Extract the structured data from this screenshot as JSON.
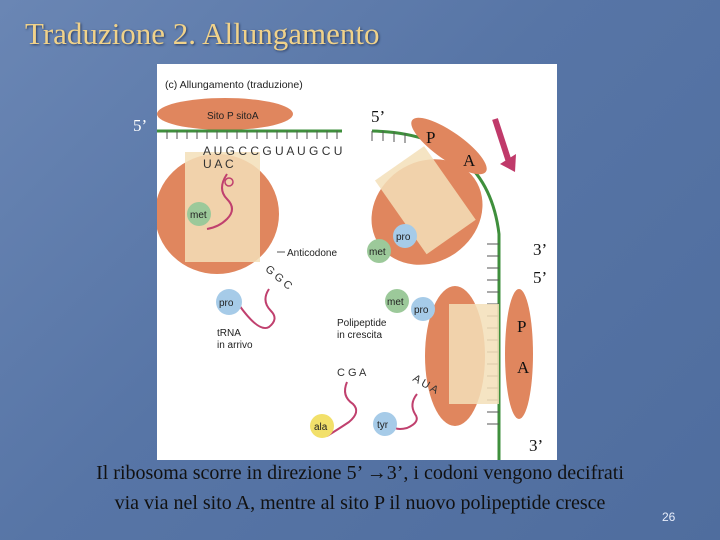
{
  "slide": {
    "title": "Traduzione 2. Allungamento",
    "caption_line1_a": "Il ribosoma scorre in direzione 5’",
    "caption_arrow": "→",
    "caption_line1_b": "3’, i codoni vengono decifrati",
    "caption_line2": "via via nel sito A, mentre al sito P il nuovo polipeptide cresce",
    "page_number": "26"
  },
  "labels": {
    "left_5prime": "5’",
    "top_5prime": "5’",
    "top_P": "P",
    "top_A": "A",
    "right_3prime": "3’",
    "right_5prime": "5’",
    "lower_P": "P",
    "lower_A": "A",
    "bottom_3prime": "3’"
  },
  "figure": {
    "heading": "(c) Allungamento (traduzione)",
    "site_label": "Sito P  sitoA",
    "mrna_left": "A U G C C G U A U G C U",
    "anticodon_left": "U A C",
    "anticodone": "Anticodone",
    "trna_arrivo_1": "tRNA",
    "trna_arrivo_2": "in arrivo",
    "polipeptide_1": "Polipeptide",
    "polipeptide_2": "in crescita",
    "aa_met": "met",
    "aa_pro": "pro",
    "aa_ala": "ala",
    "aa_tyr": "tyr",
    "anticodon_ggc": "G G C",
    "anticodon_cga": "C G A",
    "anticodon_aua": "A U A",
    "colors": {
      "ribosome": "#e0865e",
      "mrna": "#3f8f3c",
      "trna": "#c0406e",
      "aa_green": "#9cc99a",
      "aa_blue": "#a6cbe8",
      "aa_yellow": "#f2e06a",
      "arrow": "#c03a6a"
    }
  }
}
